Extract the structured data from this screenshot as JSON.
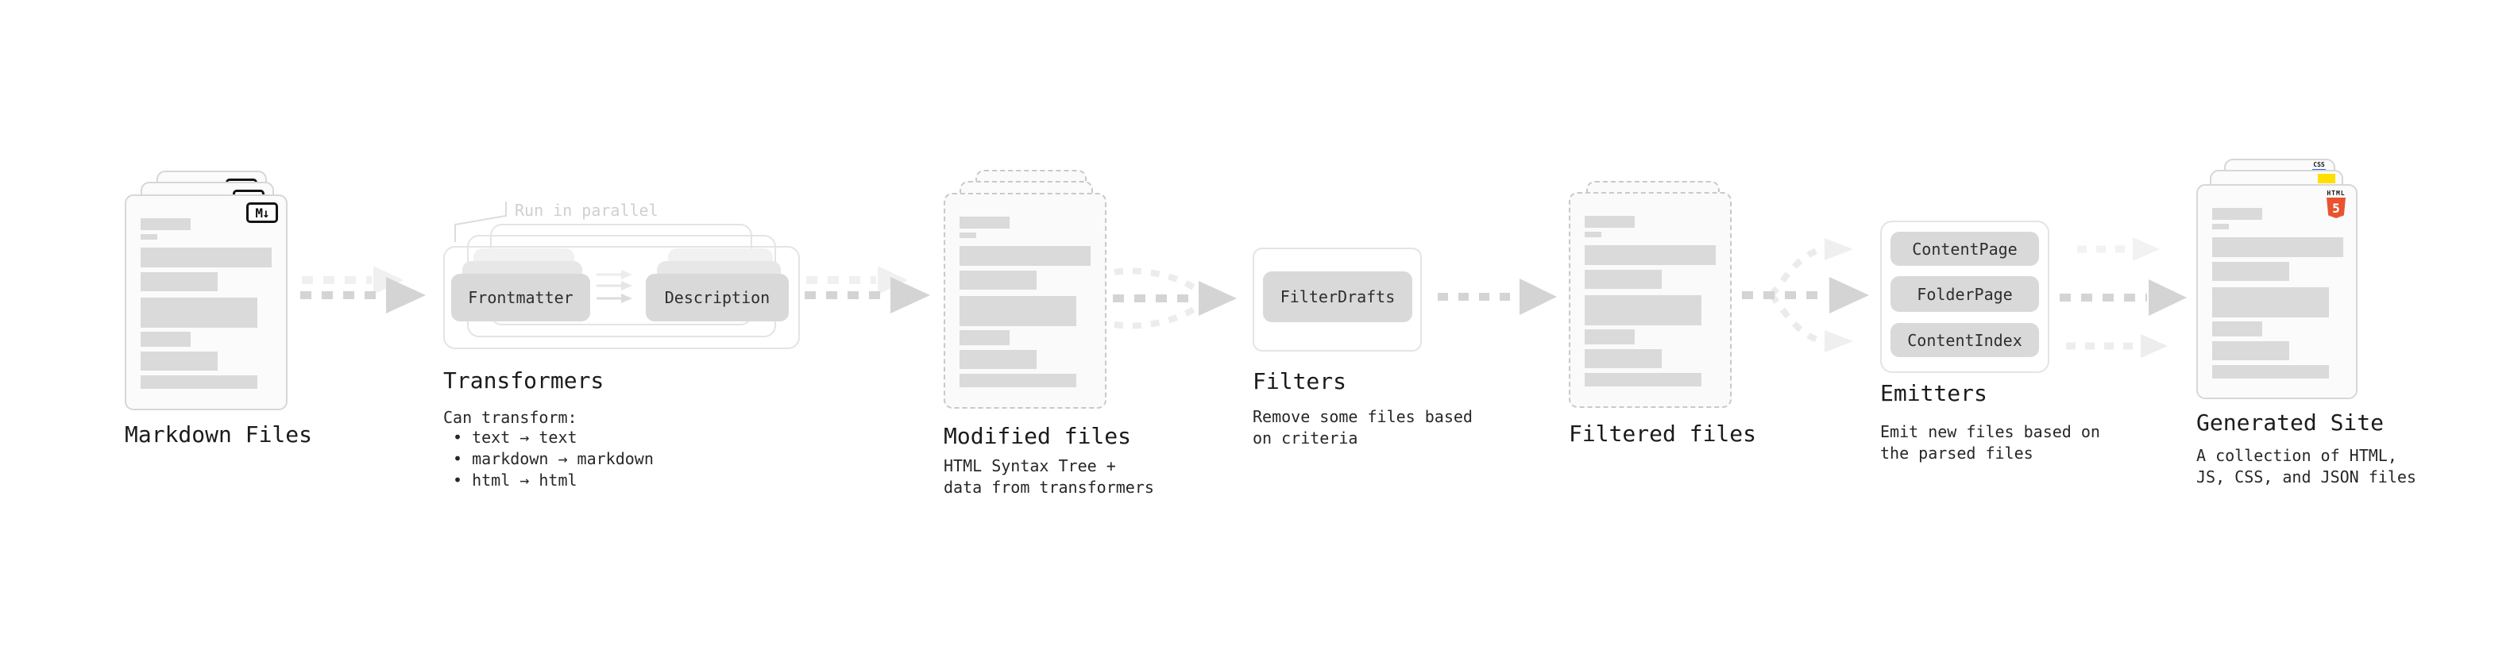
{
  "colors": {
    "background": "#ffffff",
    "doc_fill": "#fbfbfb",
    "doc_border": "#d7d7d7",
    "dashed_border": "#c9c9c9",
    "placeholder_bar": "#dadada",
    "pill_fill": "#d9d9d9",
    "frame_border": "#e4e4e4",
    "arrow_dark": "#d4d4d4",
    "arrow_light": "#f0f0f0",
    "note_gray": "#cfcfcf",
    "text_dark": "#1b1b1b",
    "html5_orange": "#e8542f",
    "js_yellow": "#ffdf00",
    "css_blue": "#2a63f5"
  },
  "nodes": {
    "markdown_files": {
      "label": "Markdown Files",
      "badge": "M↓"
    },
    "transformers": {
      "label": "Transformers",
      "note": "Run in parallel",
      "pills": [
        "Frontmatter",
        "Description"
      ],
      "sub_title": "Can transform:",
      "bullets": [
        "• text → text",
        "• markdown → markdown",
        "• html → html"
      ]
    },
    "modified_files": {
      "label": "Modified files",
      "sub_line1": "HTML Syntax Tree +",
      "sub_line2": "data from transformers"
    },
    "filters": {
      "label": "Filters",
      "pill": "FilterDrafts",
      "sub_line1": "Remove some files based",
      "sub_line2": "on criteria"
    },
    "filtered_files": {
      "label": "Filtered files"
    },
    "emitters": {
      "label": "Emitters",
      "pills": [
        "ContentPage",
        "FolderPage",
        "ContentIndex"
      ],
      "sub_line1": "Emit new files based on",
      "sub_line2": "the parsed files"
    },
    "generated_site": {
      "label": "Generated Site",
      "sub_line1": "A collection of HTML,",
      "sub_line2": "JS, CSS, and JSON files",
      "badges": {
        "css": "CSS",
        "html_word": "HTML",
        "html_number": "5"
      }
    }
  }
}
